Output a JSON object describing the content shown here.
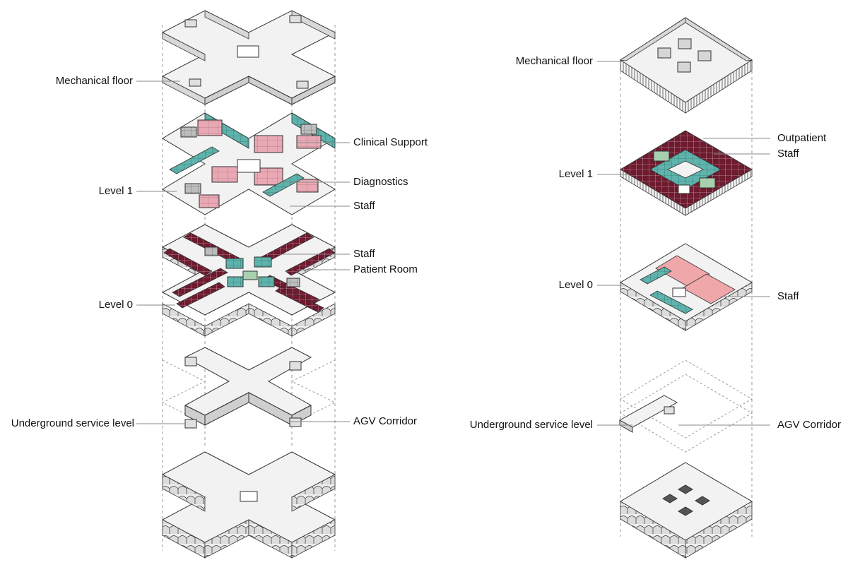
{
  "left_diagram": {
    "labels": {
      "mechanical_floor": "Mechanical floor",
      "level_1": "Level 1",
      "level_0": "Level 0",
      "underground_service_level": "Underground service level",
      "clinical_support": "Clinical Support",
      "diagnostics": "Diagnostics",
      "staff_level_1": "Staff",
      "staff_level_0": "Staff",
      "patient_room": "Patient Room",
      "agv_corridor": "AGV Corridor"
    }
  },
  "right_diagram": {
    "labels": {
      "mechanical_floor": "Mechanical floor",
      "level_1": "Level 1",
      "level_0": "Level 0",
      "underground_service_level": "Underground service level",
      "outpatient": "Outpatient",
      "staff_level_1": "Staff",
      "staff_level_0": "Staff",
      "agv_corridor": "AGV Corridor"
    }
  },
  "colors": {
    "patient_room": "#6e1a2f",
    "staff": "#5fb3ad",
    "clinical_support": "#d98e9f",
    "diagnostics": "#e8a9b4",
    "outpatient": "#7a1d33",
    "staff_light": "#a8cfae",
    "slab": "#f2f2f2",
    "outline": "#333333",
    "leader_line": "#8a8a8a"
  }
}
